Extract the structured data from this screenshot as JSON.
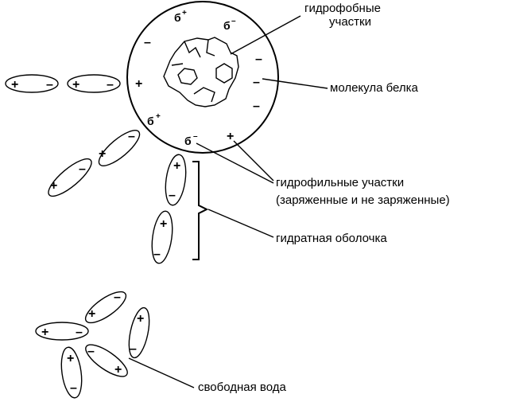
{
  "labels": {
    "hydrophobic_line1": "гидрофобные",
    "hydrophobic_line2": "участки",
    "protein_molecule": "молекула белка",
    "hydrophilic_line1": "гидрофильные участки",
    "hydrophilic_line2": "(заряженные и не заряженные)",
    "hydration_shell": "гидратная оболочка",
    "free_water": "свободная вода"
  },
  "symbols": {
    "plus": "+",
    "minus": "−",
    "dash": "–",
    "delta": "б"
  }
}
